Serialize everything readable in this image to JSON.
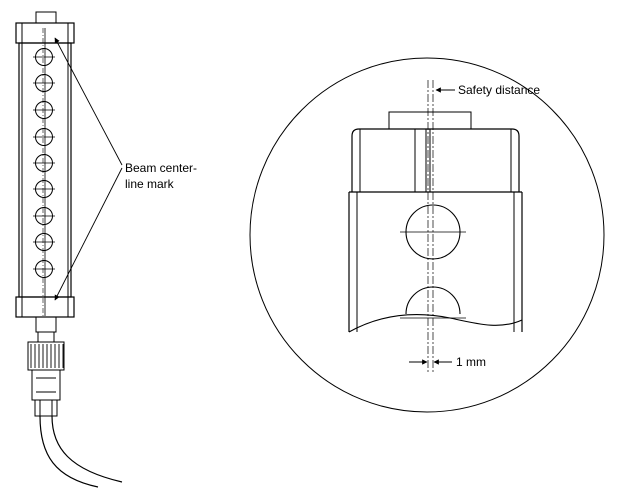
{
  "labels": {
    "beam_line1": "Beam center-",
    "beam_line2": "line mark",
    "safety": "Safety distance",
    "one_mm": "1 mm"
  }
}
